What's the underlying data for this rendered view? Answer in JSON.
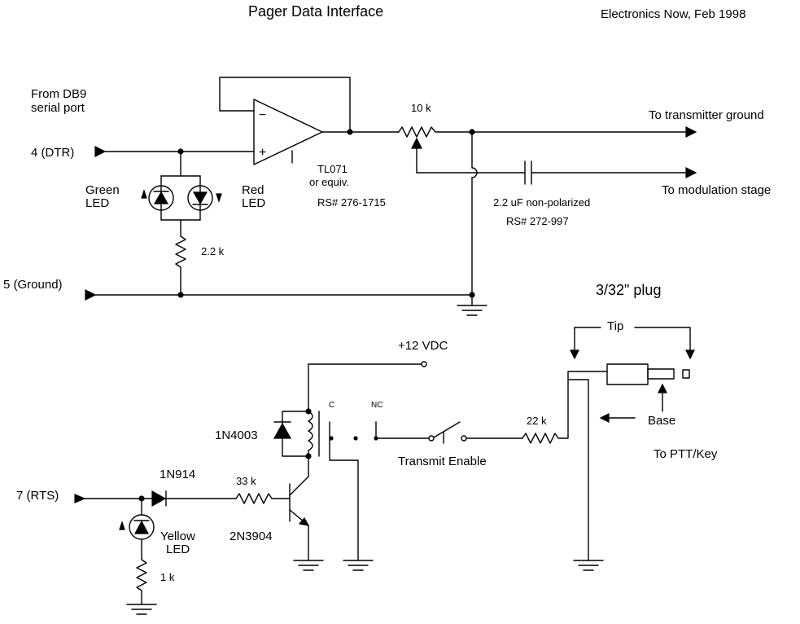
{
  "title": "Pager Data Interface",
  "source": "Electronics Now, Feb 1998",
  "labels": {
    "from_db9_line1": "From DB9",
    "from_db9_line2": "serial port",
    "dtr": "4 (DTR)",
    "ground_pin": "5 (Ground)",
    "rts": "7 (RTS)",
    "green_led_1": "Green",
    "green_led_2": "LED",
    "red_led_1": "Red",
    "red_led_2": "LED",
    "yellow_led_1": "Yellow",
    "yellow_led_2": "LED",
    "opamp_1": "TL071",
    "opamp_2": "or equiv.",
    "opamp_rs": "RS# 276-1715",
    "r_2k2": "2.2 k",
    "r_10k": "10 k",
    "cap": "2.2 uF non-polarized",
    "cap_rs": "RS# 272-997",
    "to_tx_ground": "To transmitter ground",
    "to_modulation": "To modulation stage",
    "plug_title": "3/32\" plug",
    "tip": "Tip",
    "base": "Base",
    "to_ptt": "To PTT/Key",
    "vdc": "+12 VDC",
    "diode_1n4003": "1N4003",
    "diode_1n914": "1N914",
    "r_33k": "33 k",
    "transistor": "2N3904",
    "r_1k": "1 k",
    "relay_c": "C",
    "relay_nc": "NC",
    "switch": "Transmit Enable",
    "r_22k": "22 k",
    "opamp_minus": "−",
    "opamp_plus": "+"
  }
}
